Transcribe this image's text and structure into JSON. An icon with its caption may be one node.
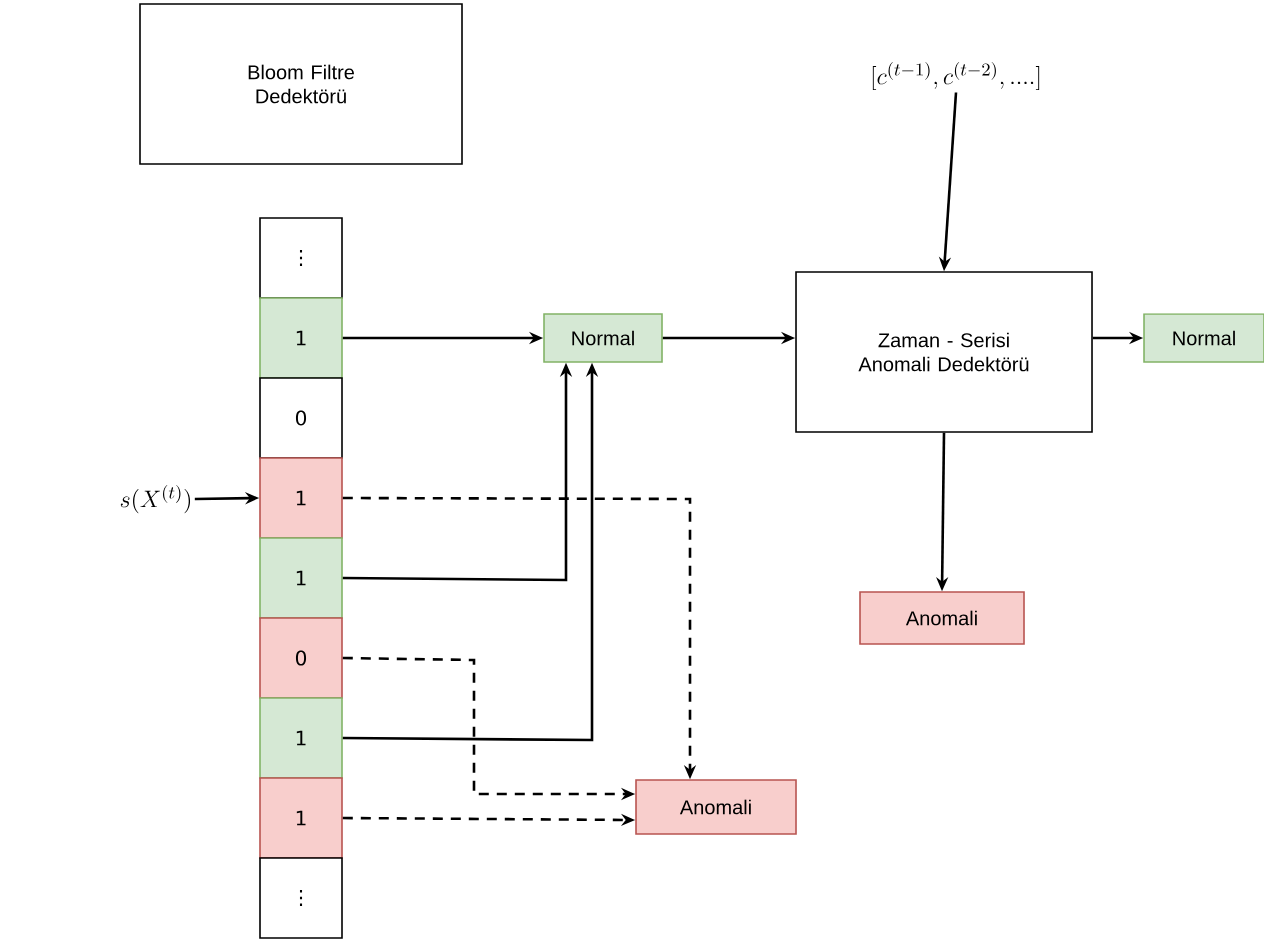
{
  "diagram": {
    "nodes": [
      {
        "text": [
          "Bloom Filtre Dedektörü"
        ]
      },
      {
        "text": [
          "[c^{(t-1)}, c^{(t-2)}, ....]"
        ]
      },
      {
        "text": [
          "s(X^{(t)})"
        ]
      },
      {
        "text": [
          "⋮"
        ]
      },
      {
        "text": [
          "1"
        ]
      },
      {
        "text": [
          "0"
        ]
      },
      {
        "text": [
          "1"
        ]
      },
      {
        "text": [
          "1"
        ]
      },
      {
        "text": [
          "0"
        ]
      },
      {
        "text": [
          "1"
        ]
      },
      {
        "text": [
          "1"
        ]
      },
      {
        "text": [
          "⋮"
        ]
      },
      {
        "text": [
          "Normal"
        ]
      },
      {
        "text": [
          "Zaman - Serisi Anomali Dedektörü"
        ]
      },
      {
        "text": [
          "Normal"
        ]
      },
      {
        "text": [
          "Anomali"
        ]
      },
      {
        "text": [
          "Anomali"
        ]
      }
    ],
    "edges": [
      {
        "from": 2,
        "to": 6,
        "arrow": "to"
      },
      {
        "from": 4,
        "to": 12,
        "arrow": "to"
      },
      {
        "from": 7,
        "to": 12,
        "arrow": "to"
      },
      {
        "from": 9,
        "to": 12,
        "arrow": "to"
      },
      {
        "from": 6,
        "to": 16,
        "arrow": "to",
        "style": "dashed"
      },
      {
        "from": 8,
        "to": 16,
        "arrow": "to",
        "style": "dashed"
      },
      {
        "from": 10,
        "to": 16,
        "arrow": "to",
        "style": "dashed"
      },
      {
        "from": 12,
        "to": 13,
        "arrow": "to"
      },
      {
        "from": 1,
        "to": 13,
        "arrow": "to"
      },
      {
        "from": 13,
        "to": 14,
        "arrow": "to"
      },
      {
        "from": 13,
        "to": 15,
        "arrow": "to"
      }
    ]
  }
}
